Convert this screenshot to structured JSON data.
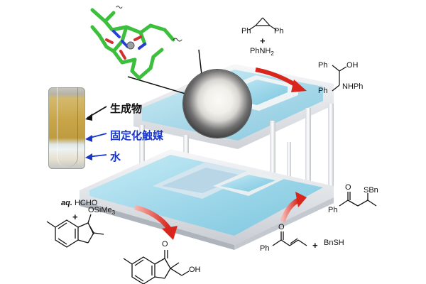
{
  "labels": {
    "product": "生成物",
    "catalyst": "固定化触媒",
    "water": "水"
  },
  "reaction_top": {
    "reactant1": "Ph",
    "reactant2": "Ph",
    "plus": "+",
    "amine_main": "PhNH",
    "amine_sub": "2",
    "product_ph1": "Ph",
    "product_oh": "OH",
    "product_ph2": "Ph",
    "product_nhph": "NHPh"
  },
  "reaction_left": {
    "aq": "aq.",
    "hcho": "HCHO",
    "plus": "+",
    "silyl_main": "OSiMe",
    "silyl_sub": "3",
    "ketone_o": "O",
    "product_oh": "OH"
  },
  "reaction_right": {
    "ketone_o": "O",
    "ph": "Ph",
    "plus": "+",
    "thiol": "BnSH",
    "product_o": "O",
    "product_ph": "Ph",
    "product_sbn": "SBn"
  },
  "colors": {
    "arrow_red": "#d9261c",
    "label_blue": "#1836c8",
    "frame_light": "#eef0f2",
    "water_blue": "#9fd7ea",
    "carbon_green": "#3cbf3c"
  }
}
